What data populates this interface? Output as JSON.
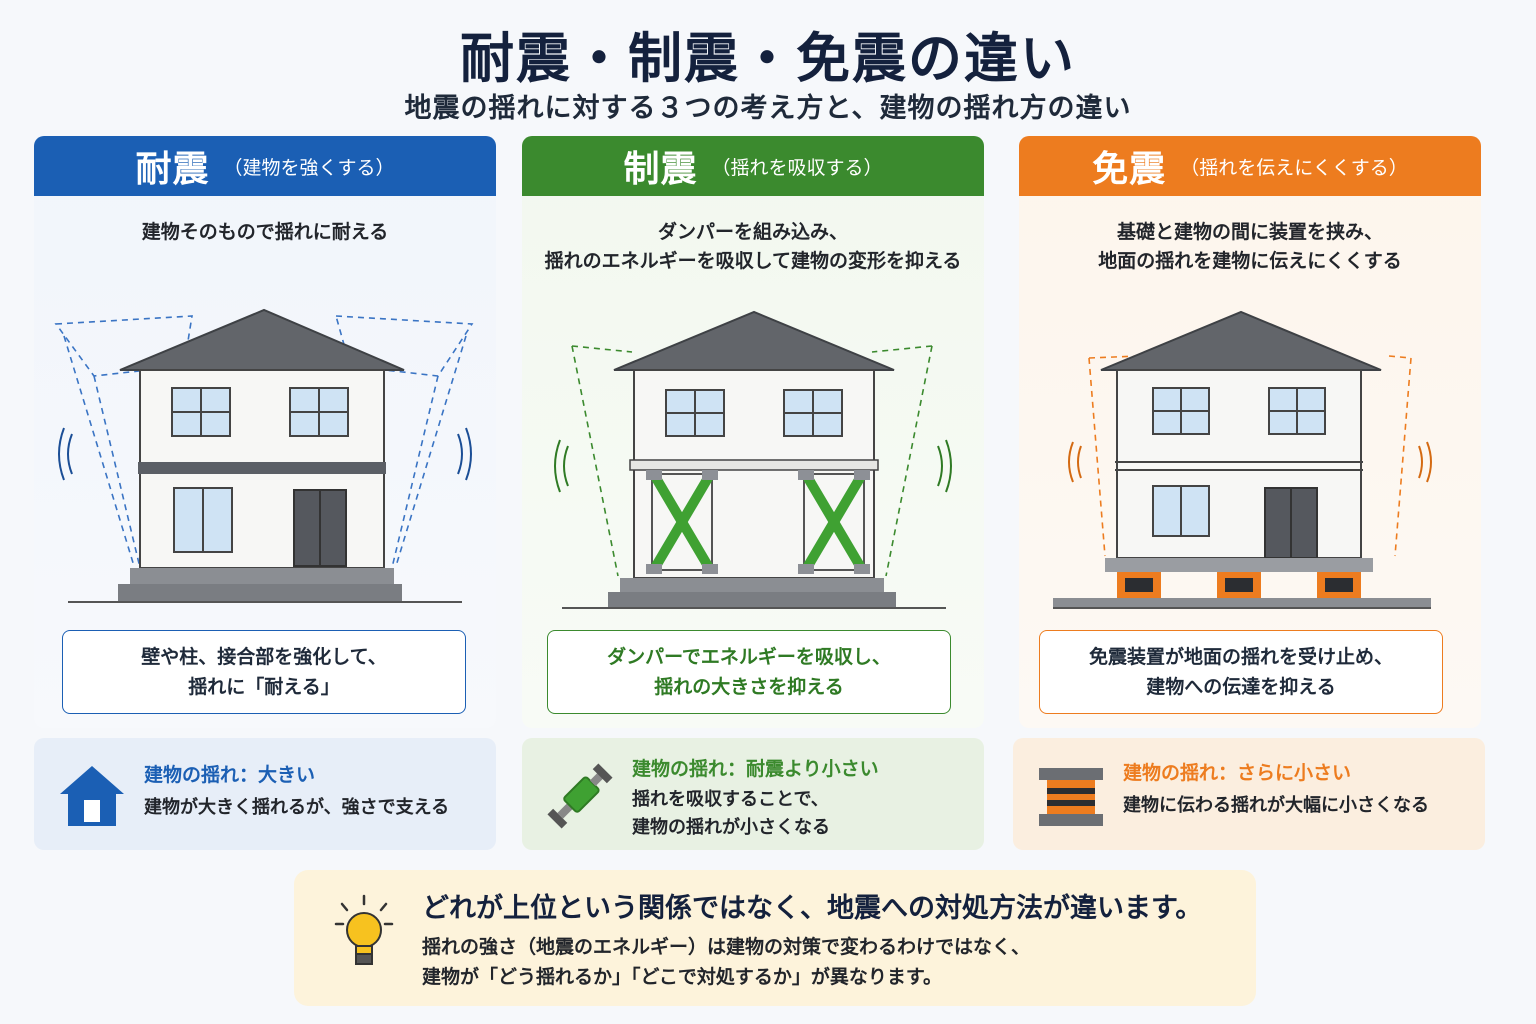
{
  "title": "耐震・制震・免震の違い",
  "subtitle": "地震の揺れに対する３つの考え方と、建物の揺れ方の違い",
  "panels": [
    {
      "name": "耐震",
      "tagline": "（建物を強くする）",
      "description": "建物そのもので揺れに耐える",
      "callout": "壁や柱、接合部を強化して、\n揺れに「耐える」",
      "result_title": "建物の揺れ：大きい",
      "result_text": "建物が大きく揺れるが、強さで支える",
      "color": "#1b5fb4",
      "icon": "house-icon"
    },
    {
      "name": "制震",
      "tagline": "（揺れを吸収する）",
      "description": "ダンパーを組み込み、\n揺れのエネルギーを吸収して建物の変形を抑える",
      "callout": "ダンパーでエネルギーを吸収し、\n揺れの大きさを抑える",
      "result_title": "建物の揺れ：耐震より小さい",
      "result_text": "揺れを吸収することで、\n建物の揺れが小さくなる",
      "color": "#3b8a2e",
      "icon": "damper-icon"
    },
    {
      "name": "免震",
      "tagline": "（揺れを伝えにくくする）",
      "description": "基礎と建物の間に装置を挟み、\n地面の揺れを建物に伝えにくくする",
      "callout": "免震装置が地面の揺れを受け止め、\n建物への伝達を抑える",
      "result_title": "建物の揺れ：さらに小さい",
      "result_text": "建物に伝わる揺れが大幅に小さくなる",
      "color": "#ed7c1f",
      "icon": "isolator-icon"
    }
  ],
  "note": {
    "icon": "lightbulb-icon",
    "heading": "どれが上位という関係ではなく、地震への対処方法が違います。",
    "text": "揺れの強さ（地震のエネルギー）は建物の対策で変わるわけではなく、\n建物が「どう揺れるか」「どこで対処するか」が異なります。"
  }
}
